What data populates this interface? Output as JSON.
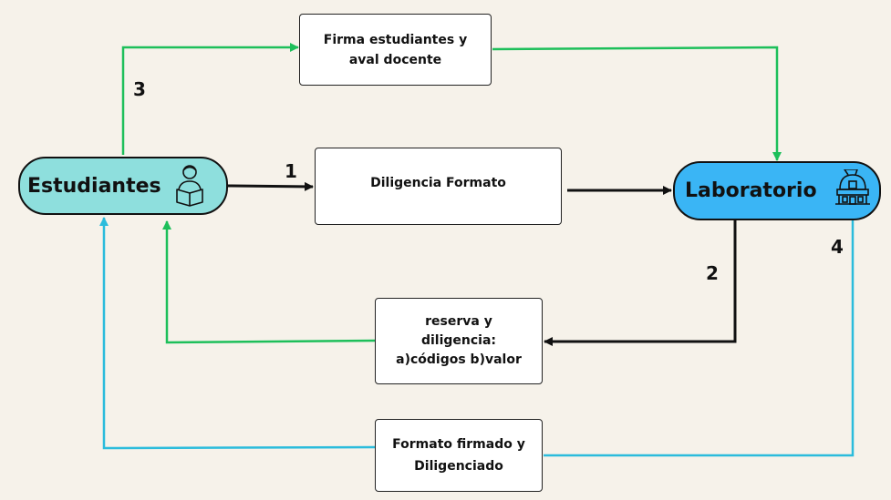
{
  "nodes": {
    "estudiantes": {
      "label": "Estudiantes",
      "color": "#8edfdd",
      "icon": "student-reading-icon"
    },
    "laboratorio": {
      "label": "Laboratorio",
      "color": "#3ab5f5",
      "icon": "observatory-icon"
    },
    "formato": {
      "label": "Diligencia Formato"
    },
    "firma": {
      "line1": "Firma estudiantes y",
      "line2": "aval docente"
    },
    "reserva": {
      "line1": "reserva y",
      "line2": "diligencia:",
      "line3": "a)códigos b)valor"
    },
    "firmado": {
      "line1": "Formato firmado y",
      "line2": "Diligenciado"
    }
  },
  "steps": {
    "s1": "1",
    "s2": "2",
    "s3": "3",
    "s4": "4"
  },
  "colors": {
    "black_edge": "#111111",
    "green_edge": "#1dbf5a",
    "blue_edge": "#2bbcdc",
    "background": "#f6f2ea"
  }
}
